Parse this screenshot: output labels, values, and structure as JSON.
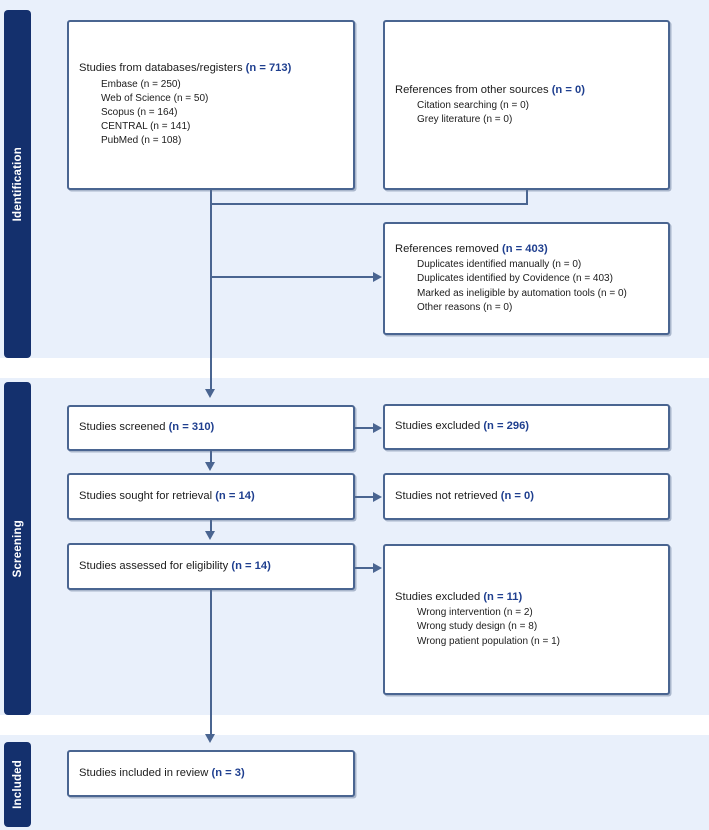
{
  "diagram": {
    "type": "prisma-flow-diagram",
    "accent_box_border": "#4a6591",
    "accent_number_color": "#1f3f8f",
    "phase_tab_color": "#14306d",
    "band_background": "#e9f0fb"
  },
  "phases": [
    {
      "id": "identification",
      "label": "Identification"
    },
    {
      "id": "screening",
      "label": "Screening"
    },
    {
      "id": "included",
      "label": "Included"
    }
  ],
  "boxes": {
    "databases": {
      "title_text": "Studies from databases/registers ",
      "title_value": "(n = 713)",
      "items": [
        "Embase (n = 250)",
        "Web of Science (n = 50)",
        "Scopus (n = 164)",
        "CENTRAL (n = 141)",
        "PubMed (n = 108)"
      ]
    },
    "other_sources": {
      "title_text": "References from other sources ",
      "title_value": "(n = 0)",
      "items": [
        "Citation searching (n = 0)",
        "Grey literature (n = 0)"
      ]
    },
    "references_removed": {
      "title_text": "References removed ",
      "title_value": "(n = 403)",
      "items": [
        "Duplicates identified manually (n = 0)",
        "Duplicates identified by Covidence (n = 403)",
        "Marked as ineligible by automation tools (n = 0)",
        "Other reasons (n = 0)"
      ]
    },
    "studies_screened": {
      "title_text": "Studies screened ",
      "title_value": "(n = 310)",
      "items": []
    },
    "studies_excluded_screening": {
      "title_text": "Studies excluded ",
      "title_value": "(n = 296)",
      "items": []
    },
    "studies_sought": {
      "title_text": "Studies sought for retrieval ",
      "title_value": "(n = 14)",
      "items": []
    },
    "studies_not_retrieved": {
      "title_text": "Studies not retrieved ",
      "title_value": "(n = 0)",
      "items": []
    },
    "studies_assessed": {
      "title_text": "Studies assessed for eligibility ",
      "title_value": "(n = 14)",
      "items": []
    },
    "studies_excluded_eligibility": {
      "title_text": "Studies excluded ",
      "title_value": "(n = 11)",
      "items": [
        "Wrong intervention (n = 2)",
        "Wrong study design (n = 8)",
        "Wrong patient population (n = 1)"
      ]
    },
    "studies_included": {
      "title_text": "Studies included in review ",
      "title_value": "(n = 3)",
      "items": []
    }
  }
}
